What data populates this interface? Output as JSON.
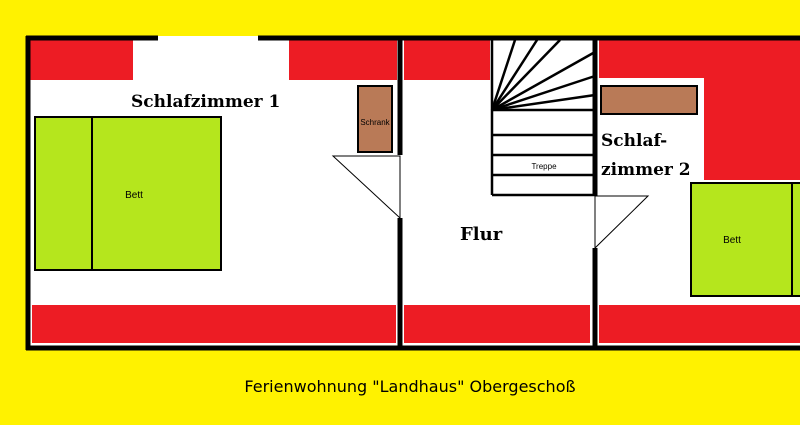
{
  "plan": {
    "caption": "Ferienwohnung \"Landhaus\" Obergeschoß",
    "rooms": {
      "bedroom1": "Schlafzimmer 1",
      "bedroom2_line1": "Schlaf-",
      "bedroom2_line2": "zimmer 2",
      "hallway": "Flur"
    },
    "furniture": {
      "bed1": "Bett",
      "bed2": "Bett",
      "wardrobe": "Schrank",
      "stairs": "Treppe"
    },
    "colors": {
      "background": "#FFF200",
      "wall_block": "#ED1C24",
      "bed": "#B5E61D",
      "wardrobe": "#B97A57",
      "floor": "#FFFFFF",
      "line": "#000000"
    }
  }
}
